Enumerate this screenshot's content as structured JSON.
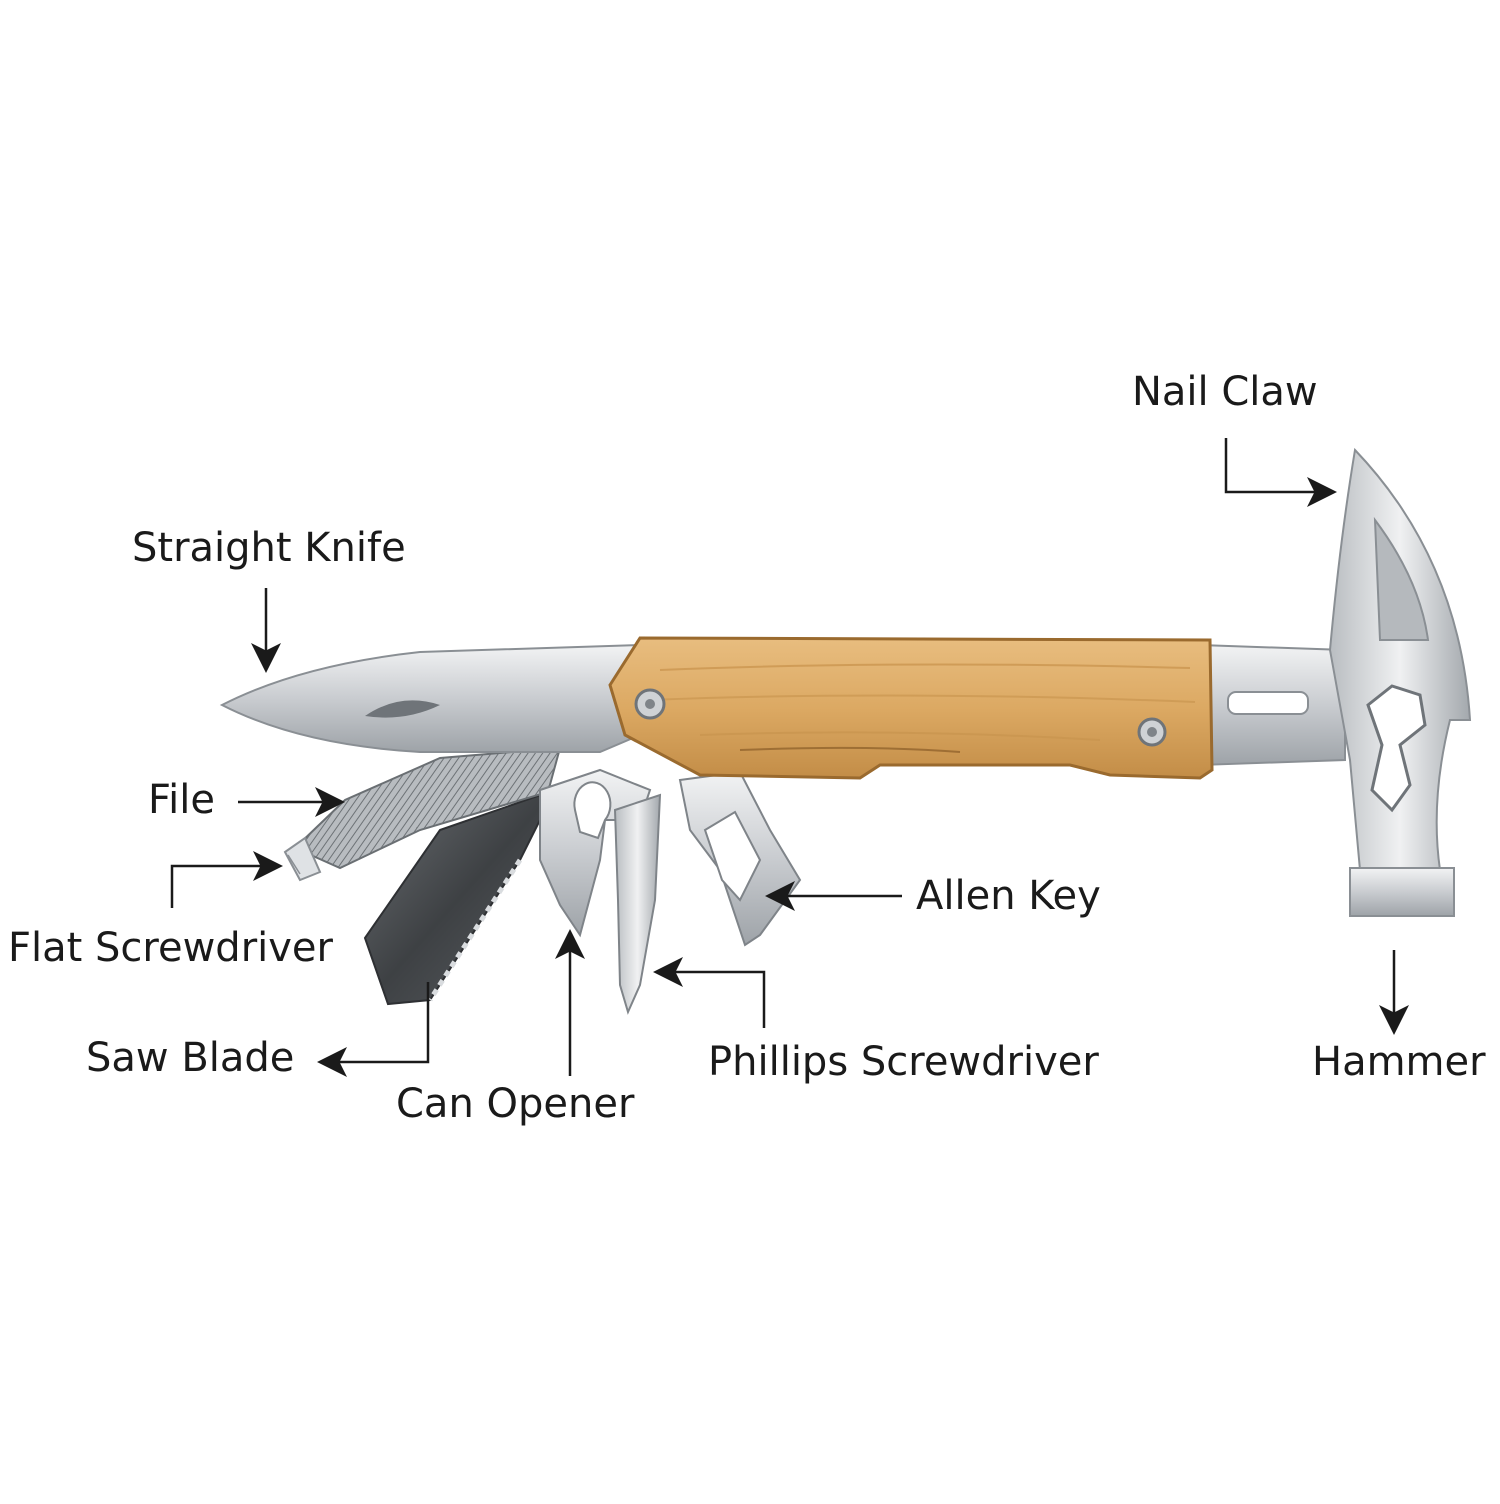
{
  "labels": {
    "straight_knife": "Straight Knife",
    "file": "File",
    "flat_screwdriver": "Flat Screwdriver",
    "saw_blade": "Saw Blade",
    "can_opener": "Can Opener",
    "phillips_screwdriver": "Phillips Screwdriver",
    "allen_key": "Allen Key",
    "nail_claw": "Nail Claw",
    "hammer": "Hammer"
  },
  "colors": {
    "background": "#ffffff",
    "text": "#1a1a1a",
    "arrow": "#1a1a1a",
    "steel_light": "#e6e8ea",
    "steel_mid": "#c2c6ca",
    "steel_dark": "#8c9196",
    "wood_light": "#e2b270",
    "wood_dark": "#b9843f",
    "saw_dark": "#4a4d50"
  }
}
